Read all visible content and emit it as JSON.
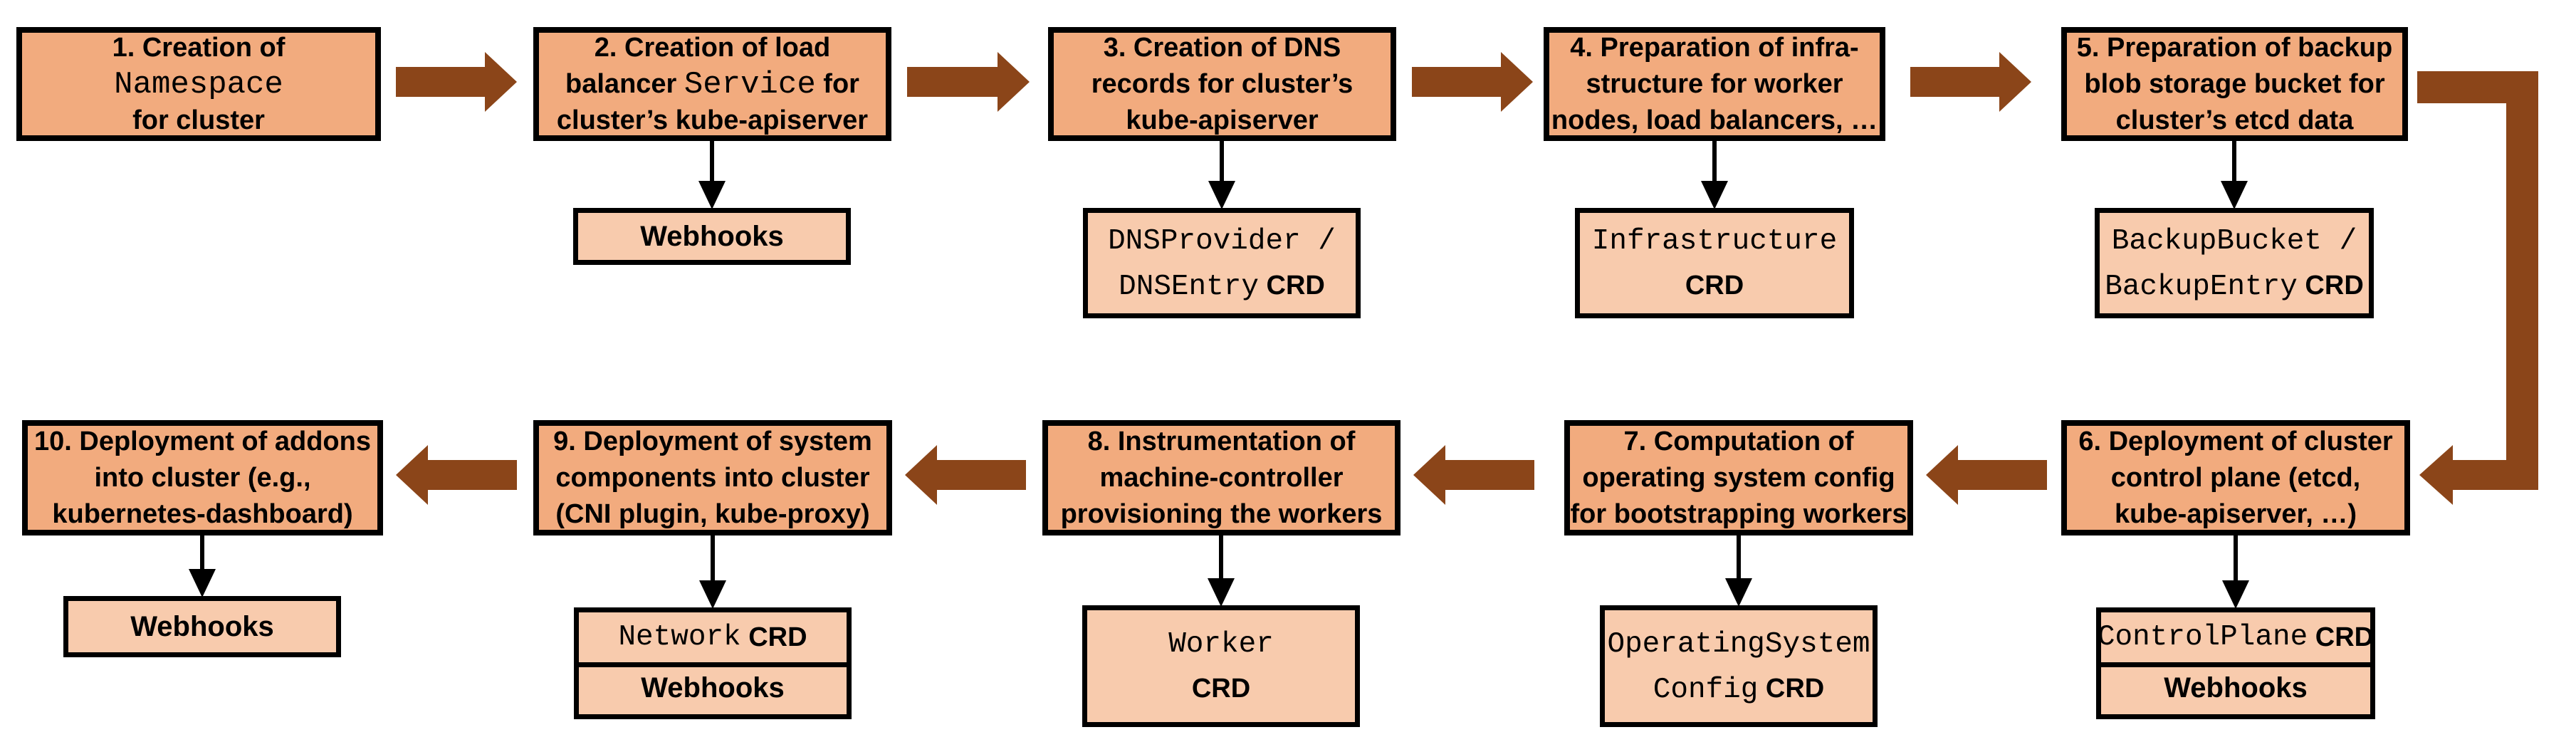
{
  "colors": {
    "main_box_fill": "#F2AB7E",
    "sub_box_fill": "#F8CBAD",
    "arrow_brown": "#8B4519",
    "border_black": "#000000",
    "background": "#FFFFFF"
  },
  "flow": {
    "top_row_direction": "left-to-right",
    "bottom_row_direction": "right-to-left"
  },
  "steps": [
    {
      "num": 1,
      "lines": [
        [
          {
            "t": "1. Creation of",
            "m": "sans"
          }
        ],
        [
          {
            "t": "Namespace",
            "m": "mono"
          }
        ],
        [
          {
            "t": "for cluster",
            "m": "sans"
          }
        ]
      ]
    },
    {
      "num": 2,
      "lines": [
        [
          {
            "t": "2. Creation of load",
            "m": "sans"
          }
        ],
        [
          {
            "t": "balancer ",
            "m": "sans"
          },
          {
            "t": "Service",
            "m": "mono"
          },
          {
            "t": " for",
            "m": "sans"
          }
        ],
        [
          {
            "t": "cluster’s kube-apiserver",
            "m": "sans"
          }
        ]
      ],
      "sub": {
        "rows": [
          [
            {
              "t": "Webhooks",
              "m": "sansb"
            }
          ]
        ]
      }
    },
    {
      "num": 3,
      "lines": [
        [
          {
            "t": "3. Creation of DNS",
            "m": "sans"
          }
        ],
        [
          {
            "t": "records for cluster’s",
            "m": "sans"
          }
        ],
        [
          {
            "t": "kube-apiserver",
            "m": "sans"
          }
        ]
      ],
      "sub": {
        "rows": [
          [
            {
              "t": "DNSProvider /",
              "m": "mono"
            }
          ],
          [
            {
              "t": "DNSEntry",
              "m": "mono"
            },
            {
              "t": " CRD",
              "m": "crd"
            }
          ]
        ]
      }
    },
    {
      "num": 4,
      "lines": [
        [
          {
            "t": "4. Preparation of infra-",
            "m": "sans"
          }
        ],
        [
          {
            "t": "structure for worker",
            "m": "sans"
          }
        ],
        [
          {
            "t": "nodes, load balancers, …",
            "m": "sans"
          }
        ]
      ],
      "sub": {
        "rows": [
          [
            {
              "t": "Infrastructure",
              "m": "mono"
            }
          ],
          [
            {
              "t": "CRD",
              "m": "crd"
            }
          ]
        ]
      }
    },
    {
      "num": 5,
      "lines": [
        [
          {
            "t": "5. Preparation of backup",
            "m": "sans"
          }
        ],
        [
          {
            "t": "blob storage bucket for",
            "m": "sans"
          }
        ],
        [
          {
            "t": "cluster’s etcd data",
            "m": "sans"
          }
        ]
      ],
      "sub": {
        "rows": [
          [
            {
              "t": "BackupBucket /",
              "m": "mono"
            }
          ],
          [
            {
              "t": "BackupEntry",
              "m": "mono"
            },
            {
              "t": " CRD",
              "m": "crd"
            }
          ]
        ]
      }
    },
    {
      "num": 6,
      "lines": [
        [
          {
            "t": "6. Deployment of cluster",
            "m": "sans"
          }
        ],
        [
          {
            "t": "control plane (etcd,",
            "m": "sans"
          }
        ],
        [
          {
            "t": "kube-apiserver, …)",
            "m": "sans"
          }
        ]
      ],
      "sub": {
        "rows": [
          [
            {
              "t": "ControlPlane",
              "m": "mono"
            },
            {
              "t": " CRD",
              "m": "crd"
            }
          ],
          [
            {
              "t": "Webhooks",
              "m": "sansb"
            }
          ]
        ]
      }
    },
    {
      "num": 7,
      "lines": [
        [
          {
            "t": "7. Computation of",
            "m": "sans"
          }
        ],
        [
          {
            "t": "operating system config",
            "m": "sans"
          }
        ],
        [
          {
            "t": "for bootstrapping workers",
            "m": "sans"
          }
        ]
      ],
      "sub": {
        "rows": [
          [
            {
              "t": "OperatingSystem",
              "m": "mono"
            }
          ],
          [
            {
              "t": "Config",
              "m": "mono"
            },
            {
              "t": " CRD",
              "m": "crd"
            }
          ]
        ]
      }
    },
    {
      "num": 8,
      "lines": [
        [
          {
            "t": "8. Instrumentation of",
            "m": "sans"
          }
        ],
        [
          {
            "t": "machine-controller",
            "m": "sans"
          }
        ],
        [
          {
            "t": "provisioning the workers",
            "m": "sans"
          }
        ]
      ],
      "sub": {
        "rows": [
          [
            {
              "t": "Worker",
              "m": "mono"
            }
          ],
          [
            {
              "t": "CRD",
              "m": "crd"
            }
          ]
        ]
      }
    },
    {
      "num": 9,
      "lines": [
        [
          {
            "t": "9. Deployment of system",
            "m": "sans"
          }
        ],
        [
          {
            "t": "components into cluster",
            "m": "sans"
          }
        ],
        [
          {
            "t": "(CNI plugin, kube-proxy)",
            "m": "sans"
          }
        ]
      ],
      "sub": {
        "rows": [
          [
            {
              "t": "Network",
              "m": "mono"
            },
            {
              "t": " CRD",
              "m": "crd"
            }
          ],
          [
            {
              "t": "Webhooks",
              "m": "sansb"
            }
          ]
        ]
      }
    },
    {
      "num": 10,
      "lines": [
        [
          {
            "t": "10. Deployment of addons",
            "m": "sans"
          }
        ],
        [
          {
            "t": "into cluster (e.g.,",
            "m": "sans"
          }
        ],
        [
          {
            "t": "kubernetes-dashboard)",
            "m": "sans"
          }
        ]
      ],
      "sub": {
        "rows": [
          [
            {
              "t": "Webhooks",
              "m": "sansb"
            }
          ]
        ]
      }
    }
  ]
}
